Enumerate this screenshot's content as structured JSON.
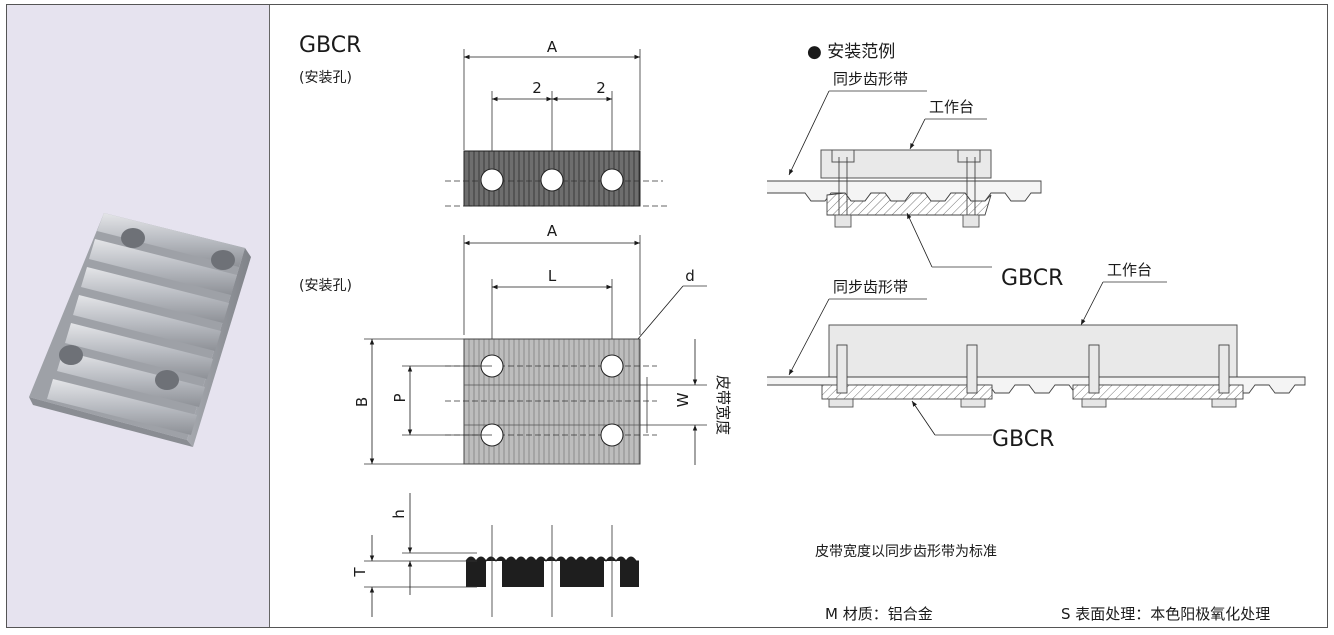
{
  "product": {
    "code": "GBCR",
    "mount_hole_label": "(安装孔)"
  },
  "dimensions": {
    "A": "A",
    "two": "2",
    "L": "L",
    "d": "d",
    "B": "B",
    "P": "P",
    "W": "W",
    "belt_width": "皮带宽度",
    "h": "h",
    "T": "T"
  },
  "install": {
    "heading": "● 安装范例",
    "belt": "同步齿形带",
    "table": "工作台",
    "part": "GBCR"
  },
  "notes": {
    "belt_width_note": "皮带宽度以同步齿形带为标准",
    "material": "M 材质：铝合金",
    "surface": "S 表面处理：本色阳极氧化处理"
  }
}
